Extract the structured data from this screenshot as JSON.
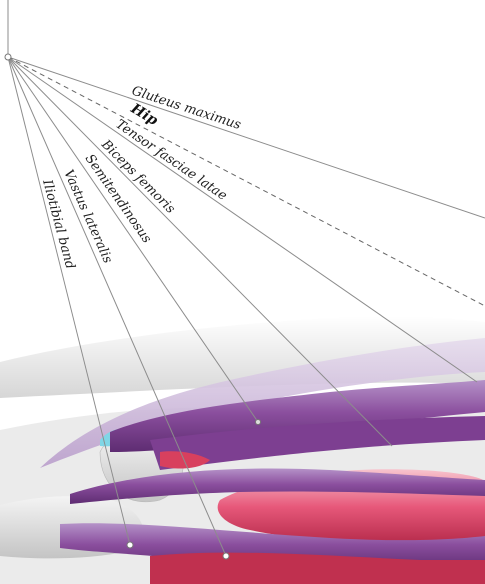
{
  "labels": {
    "gluteus_maximus": "Gluteus maximus",
    "hip": "Hip",
    "tensor_fasciae_latae": "Tensor fasciae latae",
    "biceps_femoris": "Biceps femoris",
    "semitendinosus": "Semitendinosus",
    "vastus_lateralis": "Vastus lateralis",
    "iliotibial_band": "Iliotibial band"
  },
  "colors": {
    "muscle_purple": "#8a4a9c",
    "muscle_purple_light": "#b08cc4",
    "muscle_red": "#e0506e",
    "band_cyan": "#7fd6e6",
    "bone_grey": "#d9d9d9",
    "leader_line": "#8c8c8c"
  }
}
